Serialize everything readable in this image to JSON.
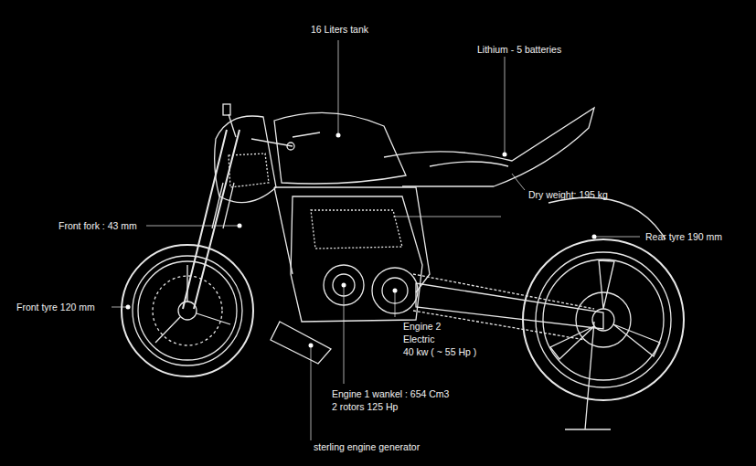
{
  "diagram": {
    "labels": [
      "16 Liters tank",
      "Lithium - 5 batteries",
      "Dry weight: 195 kg",
      "Front fork : 43 mm",
      "Rear tyre 190 mm",
      "Front tyre 120 mm",
      "Engine 2",
      "Electric",
      "40 kw ( ~ 55 Hp )",
      "Engine 1 wankel :  654 Cm3",
      "2 rotors 125 Hp",
      "sterling engine generator"
    ]
  }
}
